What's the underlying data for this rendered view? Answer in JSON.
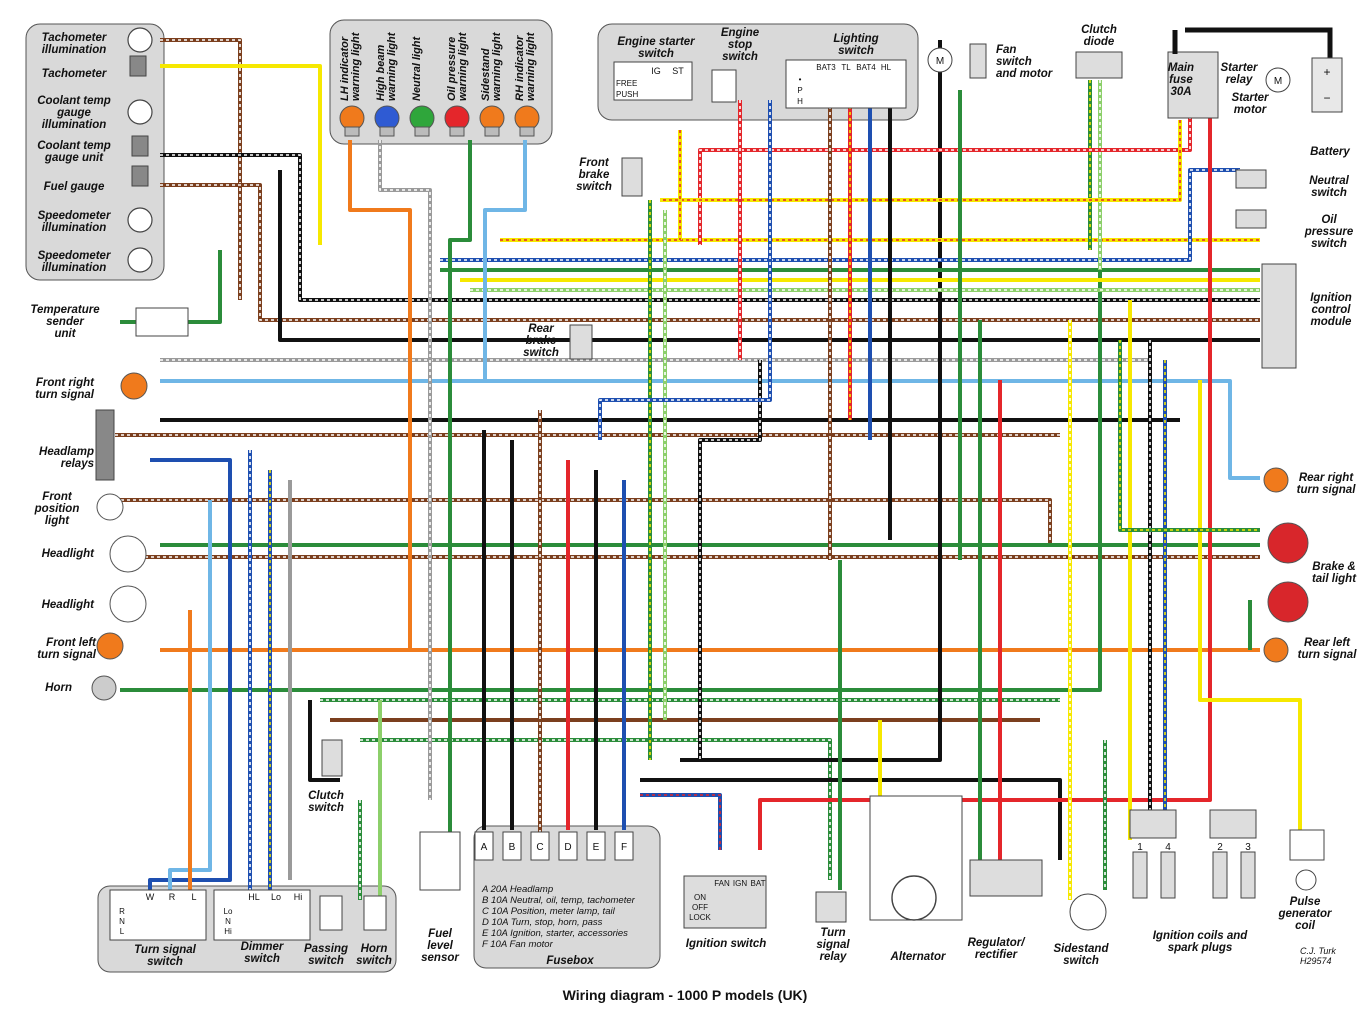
{
  "title": "Wiring diagram - 1000 P models (UK)",
  "credit": "C.J. Turk",
  "ref": "H29574",
  "left_components": {
    "tacho_illum": "Tachometer\nillumination",
    "tacho": "Tachometer",
    "coolant_illum": "Coolant temp\ngauge\nillumination",
    "coolant_unit": "Coolant temp\ngauge unit",
    "fuel_gauge": "Fuel gauge",
    "speedo_illum1": "Speedometer\nillumination",
    "speedo_illum2": "Speedometer\nillumination",
    "temp_sender": "Temperature\nsender\nunit",
    "front_right_turn": "Front right\nturn signal",
    "headlamp_relays": "Headlamp\nrelays",
    "front_position": "Front\nposition\nlight",
    "headlight1": "Headlight",
    "headlight2": "Headlight",
    "front_left_turn": "Front left\nturn signal",
    "horn": "Horn"
  },
  "warning_lights": [
    "LH indicator\nwarning light",
    "High beam\nwarning light",
    "Neutral light",
    "Oil pressure\nwarning light",
    "Sidestand\nwarning light",
    "RH indicator\nwarning light"
  ],
  "top_components": {
    "engine_starter_switch": "Engine starter\nswitch",
    "engine_stop_switch": "Engine\nstop\nswitch",
    "lighting_switch": "Lighting\nswitch",
    "fan_switch_motor": "Fan\nswitch\nand motor",
    "clutch_diode": "Clutch\ndiode",
    "main_fuse": "Main\nfuse\n30A",
    "starter_relay": "Starter\nrelay",
    "starter_motor": "Starter\nmotor",
    "battery": "Battery",
    "front_brake_switch": "Front\nbrake\nswitch",
    "rear_brake_switch": "Rear\nbrake\nswitch"
  },
  "starter_table": {
    "cols": [
      "IG",
      "ST"
    ],
    "rows": [
      "FREE",
      "PUSH"
    ]
  },
  "lighting_table": {
    "cols": [
      "BAT3",
      "TL",
      "BAT4",
      "HL"
    ],
    "rows": [
      "•",
      "P",
      "H"
    ]
  },
  "right_components": {
    "neutral_switch": "Neutral\nswitch",
    "oil_pressure_switch": "Oil\npressure\nswitch",
    "ignition_control_module": "Ignition\ncontrol\nmodule",
    "rear_right_turn": "Rear right\nturn signal",
    "brake_tail": "Brake &\ntail light",
    "rear_left_turn": "Rear left\nturn signal",
    "pulse_coil": "Pulse\ngenerator\ncoil",
    "ignition_coils": "Ignition coils and\nspark plugs",
    "sidestand_switch": "Sidestand\nswitch",
    "regulator": "Regulator/\nrectifier",
    "alternator": "Alternator",
    "turn_signal_relay": "Turn\nsignal\nrelay",
    "ignition_switch": "Ignition switch",
    "fuel_level_sensor": "Fuel\nlevel\nsensor",
    "clutch_switch": "Clutch\nswitch"
  },
  "coil_numbers": [
    "1",
    "4",
    "2",
    "3"
  ],
  "ignition_table": {
    "cols": [
      "FAN",
      "IGN",
      "BAT"
    ],
    "rows": [
      "ON",
      "OFF",
      "LOCK"
    ]
  },
  "bottom_switches": {
    "turn_signal_switch": "Turn signal\nswitch",
    "dimmer_switch": "Dimmer\nswitch",
    "passing_switch": "Passing\nswitch",
    "horn_switch": "Horn\nswitch"
  },
  "turn_table": {
    "cols": [
      "W",
      "R",
      "L"
    ],
    "rows": [
      "R",
      "N",
      "L"
    ]
  },
  "dimmer_table": {
    "cols": [
      "HL",
      "Lo",
      "Hi"
    ],
    "rows": [
      "Lo",
      "N",
      "Hi"
    ]
  },
  "fusebox": {
    "label": "Fusebox",
    "letters": [
      "A",
      "B",
      "C",
      "D",
      "E",
      "F"
    ],
    "rows": [
      {
        "id": "A",
        "amp": "20A",
        "desc": "Headlamp"
      },
      {
        "id": "B",
        "amp": "10A",
        "desc": "Neutral, oil, temp, tachometer"
      },
      {
        "id": "C",
        "amp": "10A",
        "desc": "Position, meter lamp, tail"
      },
      {
        "id": "D",
        "amp": "10A",
        "desc": "Turn, stop, horn, pass"
      },
      {
        "id": "E",
        "amp": "10A",
        "desc": "Ignition, starter, accessories"
      },
      {
        "id": "F",
        "amp": "10A",
        "desc": "Fan motor"
      }
    ]
  },
  "motor_symbol": "M",
  "colors": {
    "black": "#111111",
    "red": "#e4262b",
    "yellow": "#f6e800",
    "green": "#2b8c3a",
    "blue": "#1e4fb0",
    "lightblue": "#6fb6e6",
    "orange": "#f07a1c",
    "brown": "#7b3f1e",
    "grey": "#9a9a9a",
    "lightgreen": "#8ccf6a"
  }
}
